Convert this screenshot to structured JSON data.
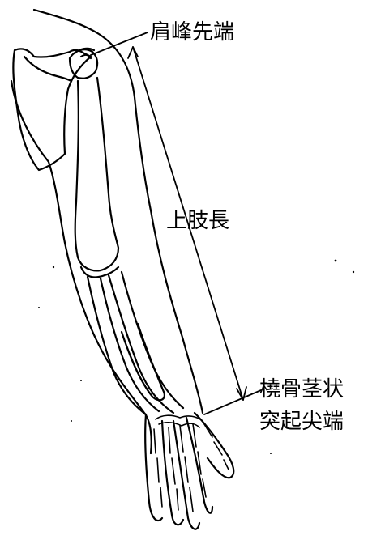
{
  "labels": {
    "acromion_tip": "肩峰先端",
    "upper_limb_length": "上肢長",
    "radial_styloid_line1": "橈骨茎状",
    "radial_styloid_line2": "突起尖端"
  },
  "colors": {
    "ink": "#000000",
    "paper": "#ffffff"
  }
}
